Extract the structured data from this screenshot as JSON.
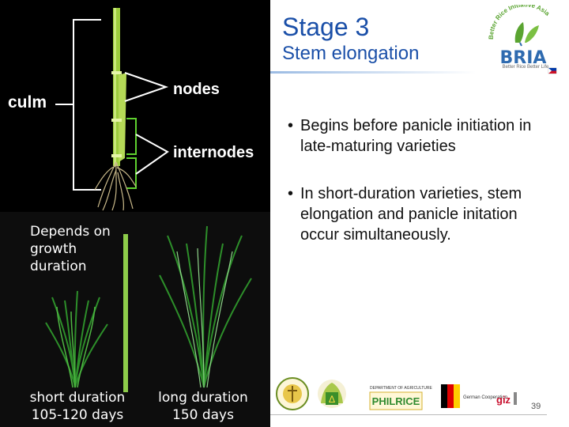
{
  "slide": {
    "title": "Stage 3",
    "subtitle": "Stem elongation",
    "bullets": [
      "Begins before panicle initiation in late-maturing varieties",
      "In short-duration varieties, stem elongation and panicle initation occur simultaneously."
    ],
    "bullet_symbol": "•",
    "page_number": "39"
  },
  "diagram": {
    "culm_label": "culm",
    "nodes_label": "nodes",
    "internodes_label": "internodes"
  },
  "growth_image": {
    "note": "Depends on growth duration",
    "short_caption": "short duration",
    "short_days": "105-120 days",
    "long_caption": "long duration",
    "long_days": "150 days"
  },
  "logo": {
    "arc_text": "Better Rice Initiative Asia",
    "name": "BRIA",
    "tagline": "Better Rice Better Life"
  },
  "partners": {
    "philrice": "PHILRICE",
    "german_coop": "German Cooperation",
    "giz": "giz",
    "da": "DEPARTMENT OF AGRICULTURE"
  },
  "colors": {
    "title_blue": "#1a4fa8",
    "plant_green": "#6fcf3a",
    "bria_green": "#5aa431",
    "bria_blue": "#2f6bb0"
  }
}
